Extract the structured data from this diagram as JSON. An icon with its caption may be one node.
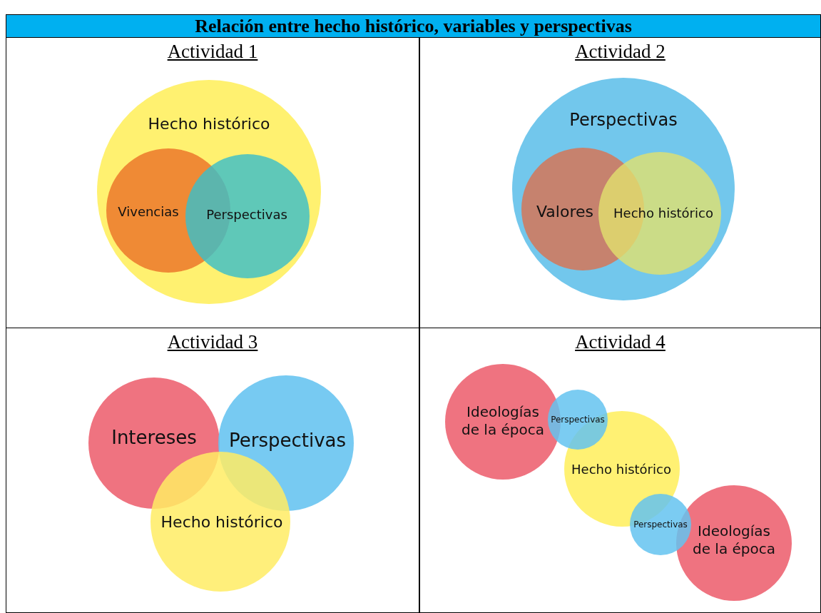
{
  "diagram": {
    "title": "Relación entre hecho histórico, variables y perspectivas",
    "nodes": [
      {
        "text": [
          "Actividad 1"
        ]
      },
      {
        "text": [
          "Hecho histórico"
        ],
        "in": 0
      },
      {
        "text": [
          "Vivencias"
        ],
        "in": 1
      },
      {
        "text": [
          "Perspectivas"
        ],
        "in": 1
      },
      {
        "text": [
          "Actividad 2"
        ]
      },
      {
        "text": [
          "Perspectivas"
        ],
        "in": 4
      },
      {
        "text": [
          "Valores"
        ],
        "in": 5
      },
      {
        "text": [
          "Hecho histórico"
        ],
        "in": 5
      },
      {
        "text": [
          "Actividad 3"
        ]
      },
      {
        "text": [
          "Intereses"
        ],
        "in": 8
      },
      {
        "text": [
          "Perspectivas"
        ],
        "in": 8
      },
      {
        "text": [
          "Hecho histórico"
        ],
        "in": 8
      },
      {
        "text": [
          "Actividad 4"
        ]
      },
      {
        "text": [
          "Ideologías de la época"
        ],
        "in": 12
      },
      {
        "text": [
          "Perspectivas"
        ],
        "in": 12
      },
      {
        "text": [
          "Hecho histórico"
        ],
        "in": 12
      },
      {
        "text": [
          "Perspectivas"
        ],
        "in": 12
      },
      {
        "text": [
          "Ideologías de la época"
        ],
        "in": 12
      }
    ],
    "edges": []
  }
}
